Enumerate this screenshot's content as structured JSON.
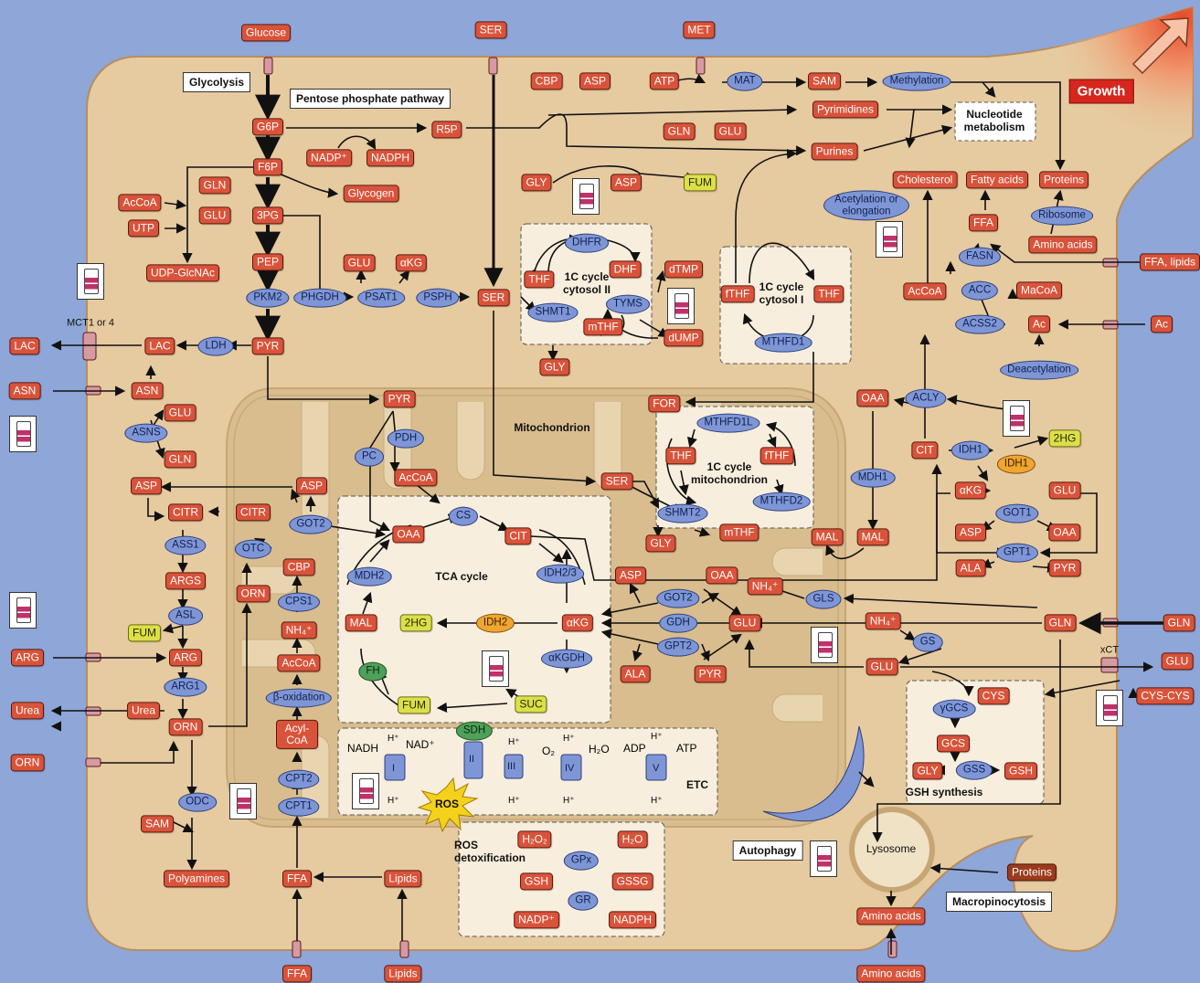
{
  "colors": {
    "background": "#8ea6d8",
    "cell": "#e6caa0",
    "metabolite": "#d9533a",
    "enzyme": "#7f96d6",
    "highlight_metabolite": "#dbe04a",
    "idh_enzyme": "#f0a531",
    "fh_sdh": "#4ea05a",
    "growth": "#d6261e"
  },
  "icons": {
    "arrow": "growth-arrow-icon",
    "drug": "drug-vial-icon",
    "transporter": "transporter-icon"
  },
  "labels": {
    "glycolysis": "Glycolysis",
    "ppp": "Pentose phosphate pathway",
    "growth": "Growth",
    "nucleotide": "Nucleotide metabolism",
    "mct": "MCT1 or 4",
    "mito": "Mitochondrion",
    "tca": "TCA cycle",
    "cyto2": "1C cycle cytosol II",
    "cyto1": "1C cycle cytosol I",
    "mito1c": "1C cycle mitochondrion",
    "etc": "ETC",
    "ros_detox": "ROS detoxification",
    "gsh_syn": "GSH synthesis",
    "autophagy": "Autophagy",
    "macro": "Macropinocytosis",
    "lysosome": "Lysosome",
    "xct": "xCT"
  },
  "metabolites": {
    "glucose": "Glucose",
    "g6p": "G6P",
    "f6p": "F6P",
    "pg3": "3PG",
    "pep": "PEP",
    "pyr": "PYR",
    "r5p": "R5P",
    "nadp": "NADP⁺",
    "nadph": "NADPH",
    "glycogen": "Glycogen",
    "gln_l": "GLN",
    "glu_l": "GLU",
    "acoa_l": "AcCoA",
    "utp": "UTP",
    "udp": "UDP-GlcNAc",
    "lac_in": "LAC",
    "lac_out": "LAC",
    "glu_ps": "GLU",
    "akg_ps": "αKG",
    "ser_c": "SER",
    "ser_out": "SER",
    "cbp_top": "CBP",
    "asp_top": "ASP",
    "atp": "ATP",
    "met": "MET",
    "sam": "SAM",
    "pyrimidines": "Pyrimidines",
    "purines": "Purines",
    "gln_top": "GLN",
    "glu_top": "GLU",
    "gly_top": "GLY",
    "asp_top2": "ASP",
    "fum_top": "FUM",
    "thf_c2": "THF",
    "dhf": "DHF",
    "mthf_c2": "mTHF",
    "dtmp": "dTMP",
    "dump": "dUMP",
    "gly_c": "GLY",
    "fthf_c1": "fTHF",
    "thf_c1": "THF",
    "cholesterol": "Cholesterol",
    "fatty_acids": "Fatty acids",
    "proteins": "Proteins",
    "ffa_c": "FFA",
    "amino_acids_c": "Amino acids",
    "ffa_lipids": "FFA, lipids",
    "acoa_c": "AcCoA",
    "macoa": "MaCoA",
    "ac_c": "Ac",
    "ac_out": "Ac",
    "asn_out": "ASN",
    "asn_in": "ASN",
    "glu_asn": "GLU",
    "gln_asn": "GLN",
    "asp_l": "ASP",
    "citr_l": "CITR",
    "args": "ARGS",
    "fum_l": "FUM",
    "arg_out": "ARG",
    "arg_in": "ARG",
    "urea_out": "Urea",
    "urea_in": "Urea",
    "orn_in": "ORN",
    "orn_out": "ORN",
    "sam_l": "SAM",
    "polyamines": "Polyamines",
    "pyr_m": "PYR",
    "acoa_m": "AcCoA",
    "asp_m": "ASP",
    "citr_m": "CITR",
    "cbp_m": "CBP",
    "orn_m": "ORN",
    "nh4_m": "NH₄⁺",
    "acoa_m2": "AcCoA",
    "acyl": "Acyl-CoA",
    "ffa_b": "FFA",
    "lipids_b": "Lipids",
    "ffa_out": "FFA",
    "lipids_out": "Lipids",
    "oaa": "OAA",
    "cit": "CIT",
    "mal": "MAL",
    "hg2_m": "2HG",
    "akg": "αKG",
    "fum": "FUM",
    "suc": "SUC",
    "for": "FOR",
    "thf_m": "THF",
    "fthf_m": "fTHF",
    "ser_m": "SER",
    "mthf_m": "mTHF",
    "gly_m": "GLY",
    "asp_got": "ASP",
    "oaa_got": "OAA",
    "nh4_gls": "NH₄⁺",
    "glu_m": "GLU",
    "ala": "ALA",
    "pyr_gpt": "PYR",
    "mal_m2": "MAL",
    "oaa_c": "OAA",
    "mal_c": "MAL",
    "cit_c": "CIT",
    "akg_c": "αKG",
    "hg2_c": "2HG",
    "glu_c": "GLU",
    "asp_c": "ASP",
    "oaa_c2": "OAA",
    "ala_c": "ALA",
    "pyr_c2": "PYR",
    "nh4_c": "NH₄⁺",
    "gln_c": "GLN",
    "glu_c2": "GLU",
    "gln_out": "GLN",
    "glu_out": "GLU",
    "cys_out": "CYS-CYS",
    "cys": "CYS",
    "gcs": "GCS",
    "gly_gsh": "GLY",
    "gsh": "GSH",
    "h2o2": "H₂O₂",
    "h2o": "H₂O",
    "gsh_r": "GSH",
    "gssg": "GSSG",
    "nadp_r": "NADP⁺",
    "nadph_r": "NADPH",
    "aa_lys": "Amino acids",
    "aa_out": "Amino acids",
    "proteins_out": "Proteins"
  },
  "enzymes": {
    "pkm2": "PKM2",
    "ldh": "LDH",
    "phgdh": "PHGDH",
    "psat1": "PSAT1",
    "psph": "PSPH",
    "mat": "MAT",
    "methylation": "Methylation",
    "dhfr": "DHFR",
    "shmt1": "SHMT1",
    "tyms": "TYMS",
    "mthfd1": "MTHFD1",
    "acetylation": "Acetylation or elongation",
    "ribosome": "Ribosome",
    "fasn": "FASN",
    "acc": "ACC",
    "acss2": "ACSS2",
    "deacetylation": "Deacetylation",
    "asns": "ASNS",
    "ass1": "ASS1",
    "asl": "ASL",
    "arg1": "ARG1",
    "odc": "ODC",
    "got2_l": "GOT2",
    "otc": "OTC",
    "cps1": "CPS1",
    "boxid": "β-oxidation",
    "cpt2": "CPT2",
    "cpt1": "CPT1",
    "pc": "PC",
    "pdh": "PDH",
    "cs": "CS",
    "idh23": "IDH2/3",
    "mdh2": "MDH2",
    "idh2": "IDH2",
    "akgdh": "αKGDH",
    "fh": "FH",
    "sdh": "SDH",
    "mthfd1l": "MTHFD1L",
    "mthfd2": "MTHFD2",
    "shmt2": "SHMT2",
    "got2": "GOT2",
    "gdh": "GDH",
    "gpt2": "GPT2",
    "gls": "GLS",
    "gs": "GS",
    "acly": "ACLY",
    "mdh1": "MDH1",
    "idh1": "IDH1",
    "idh1o": "IDH1",
    "got1": "GOT1",
    "gpt1": "GPT1",
    "ygcs": "γGCS",
    "gss": "GSS",
    "gpx": "GPx",
    "gr": "GR"
  },
  "etc": {
    "nadh": "NADH",
    "nad": "NAD⁺",
    "h": "H⁺",
    "o2": "O₂",
    "h2o": "H₂O",
    "adp": "ADP",
    "atp": "ATP",
    "c1": "I",
    "c2": "II",
    "c3": "III",
    "c4": "IV",
    "c5": "V",
    "ros": "ROS"
  }
}
